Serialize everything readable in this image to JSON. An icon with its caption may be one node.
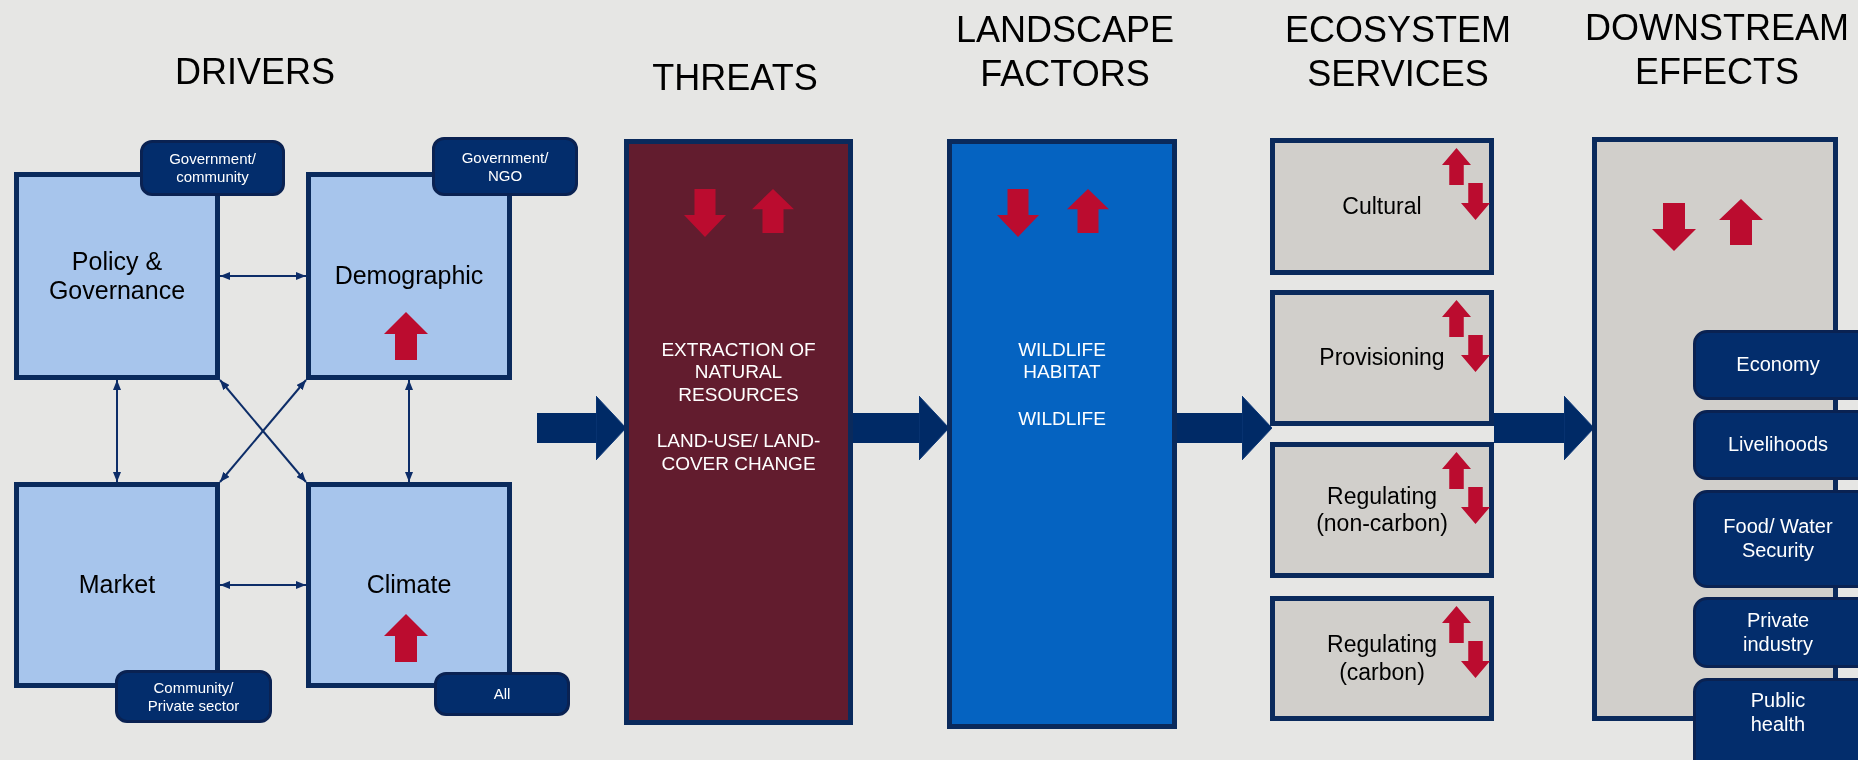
{
  "diagram": {
    "nodes": [
      {
        "text": [
          "Policy & Governance"
        ]
      },
      {
        "text": [
          "Government/ community"
        ]
      },
      {
        "text": [
          "Demographic"
        ]
      },
      {
        "text": [
          "Government/ NGO"
        ]
      },
      {
        "text": [
          "Market"
        ]
      },
      {
        "text": [
          "Community/ Private sector"
        ]
      },
      {
        "text": [
          "Climate"
        ]
      },
      {
        "text": [
          "All"
        ]
      },
      {
        "text": [
          "EXTRACTION OF NATURAL RESOURCES",
          "LAND-USE/ LAND-COVER CHANGE"
        ]
      },
      {
        "text": [
          "WILDLIFE HABITAT",
          "WILDLIFE"
        ]
      },
      {
        "text": [
          "Cultural"
        ]
      },
      {
        "text": [
          "Provisioning"
        ]
      },
      {
        "text": [
          "Regulating (non-carbon)"
        ]
      },
      {
        "text": [
          "Regulating (carbon)"
        ]
      },
      {
        "text": [],
        "shape": "box"
      },
      {
        "text": [
          "Economy"
        ]
      },
      {
        "text": [
          "Livelihoods"
        ]
      },
      {
        "text": [
          "Food/ Water Security"
        ]
      },
      {
        "text": [
          "Private industry"
        ]
      },
      {
        "text": [
          "Public health"
        ]
      }
    ],
    "edges": [
      {
        "from": 0,
        "to": 2,
        "arrow": "both"
      },
      {
        "from": 0,
        "to": 4,
        "arrow": "both"
      },
      {
        "from": 2,
        "to": 6,
        "arrow": "both"
      },
      {
        "from": 4,
        "to": 6,
        "arrow": "both"
      },
      {
        "from": 0,
        "to": 6,
        "arrow": "both"
      },
      {
        "from": 2,
        "to": 4,
        "arrow": "both"
      },
      {
        "from": null,
        "to": 8,
        "arrow": "to",
        "style": "thick"
      },
      {
        "from": 8,
        "to": 9,
        "arrow": "to",
        "style": "thick"
      },
      {
        "from": 9,
        "to": 11,
        "arrow": "to",
        "style": "thick"
      },
      {
        "from": 11,
        "to": 14,
        "arrow": "to",
        "style": "thick"
      }
    ],
    "labels": [
      "DRIVERS",
      "THREATS",
      "LANDSCAPE FACTORS",
      "ECOSYSTEM SERVICES",
      "DOWNSTREAM EFFECTS"
    ]
  }
}
